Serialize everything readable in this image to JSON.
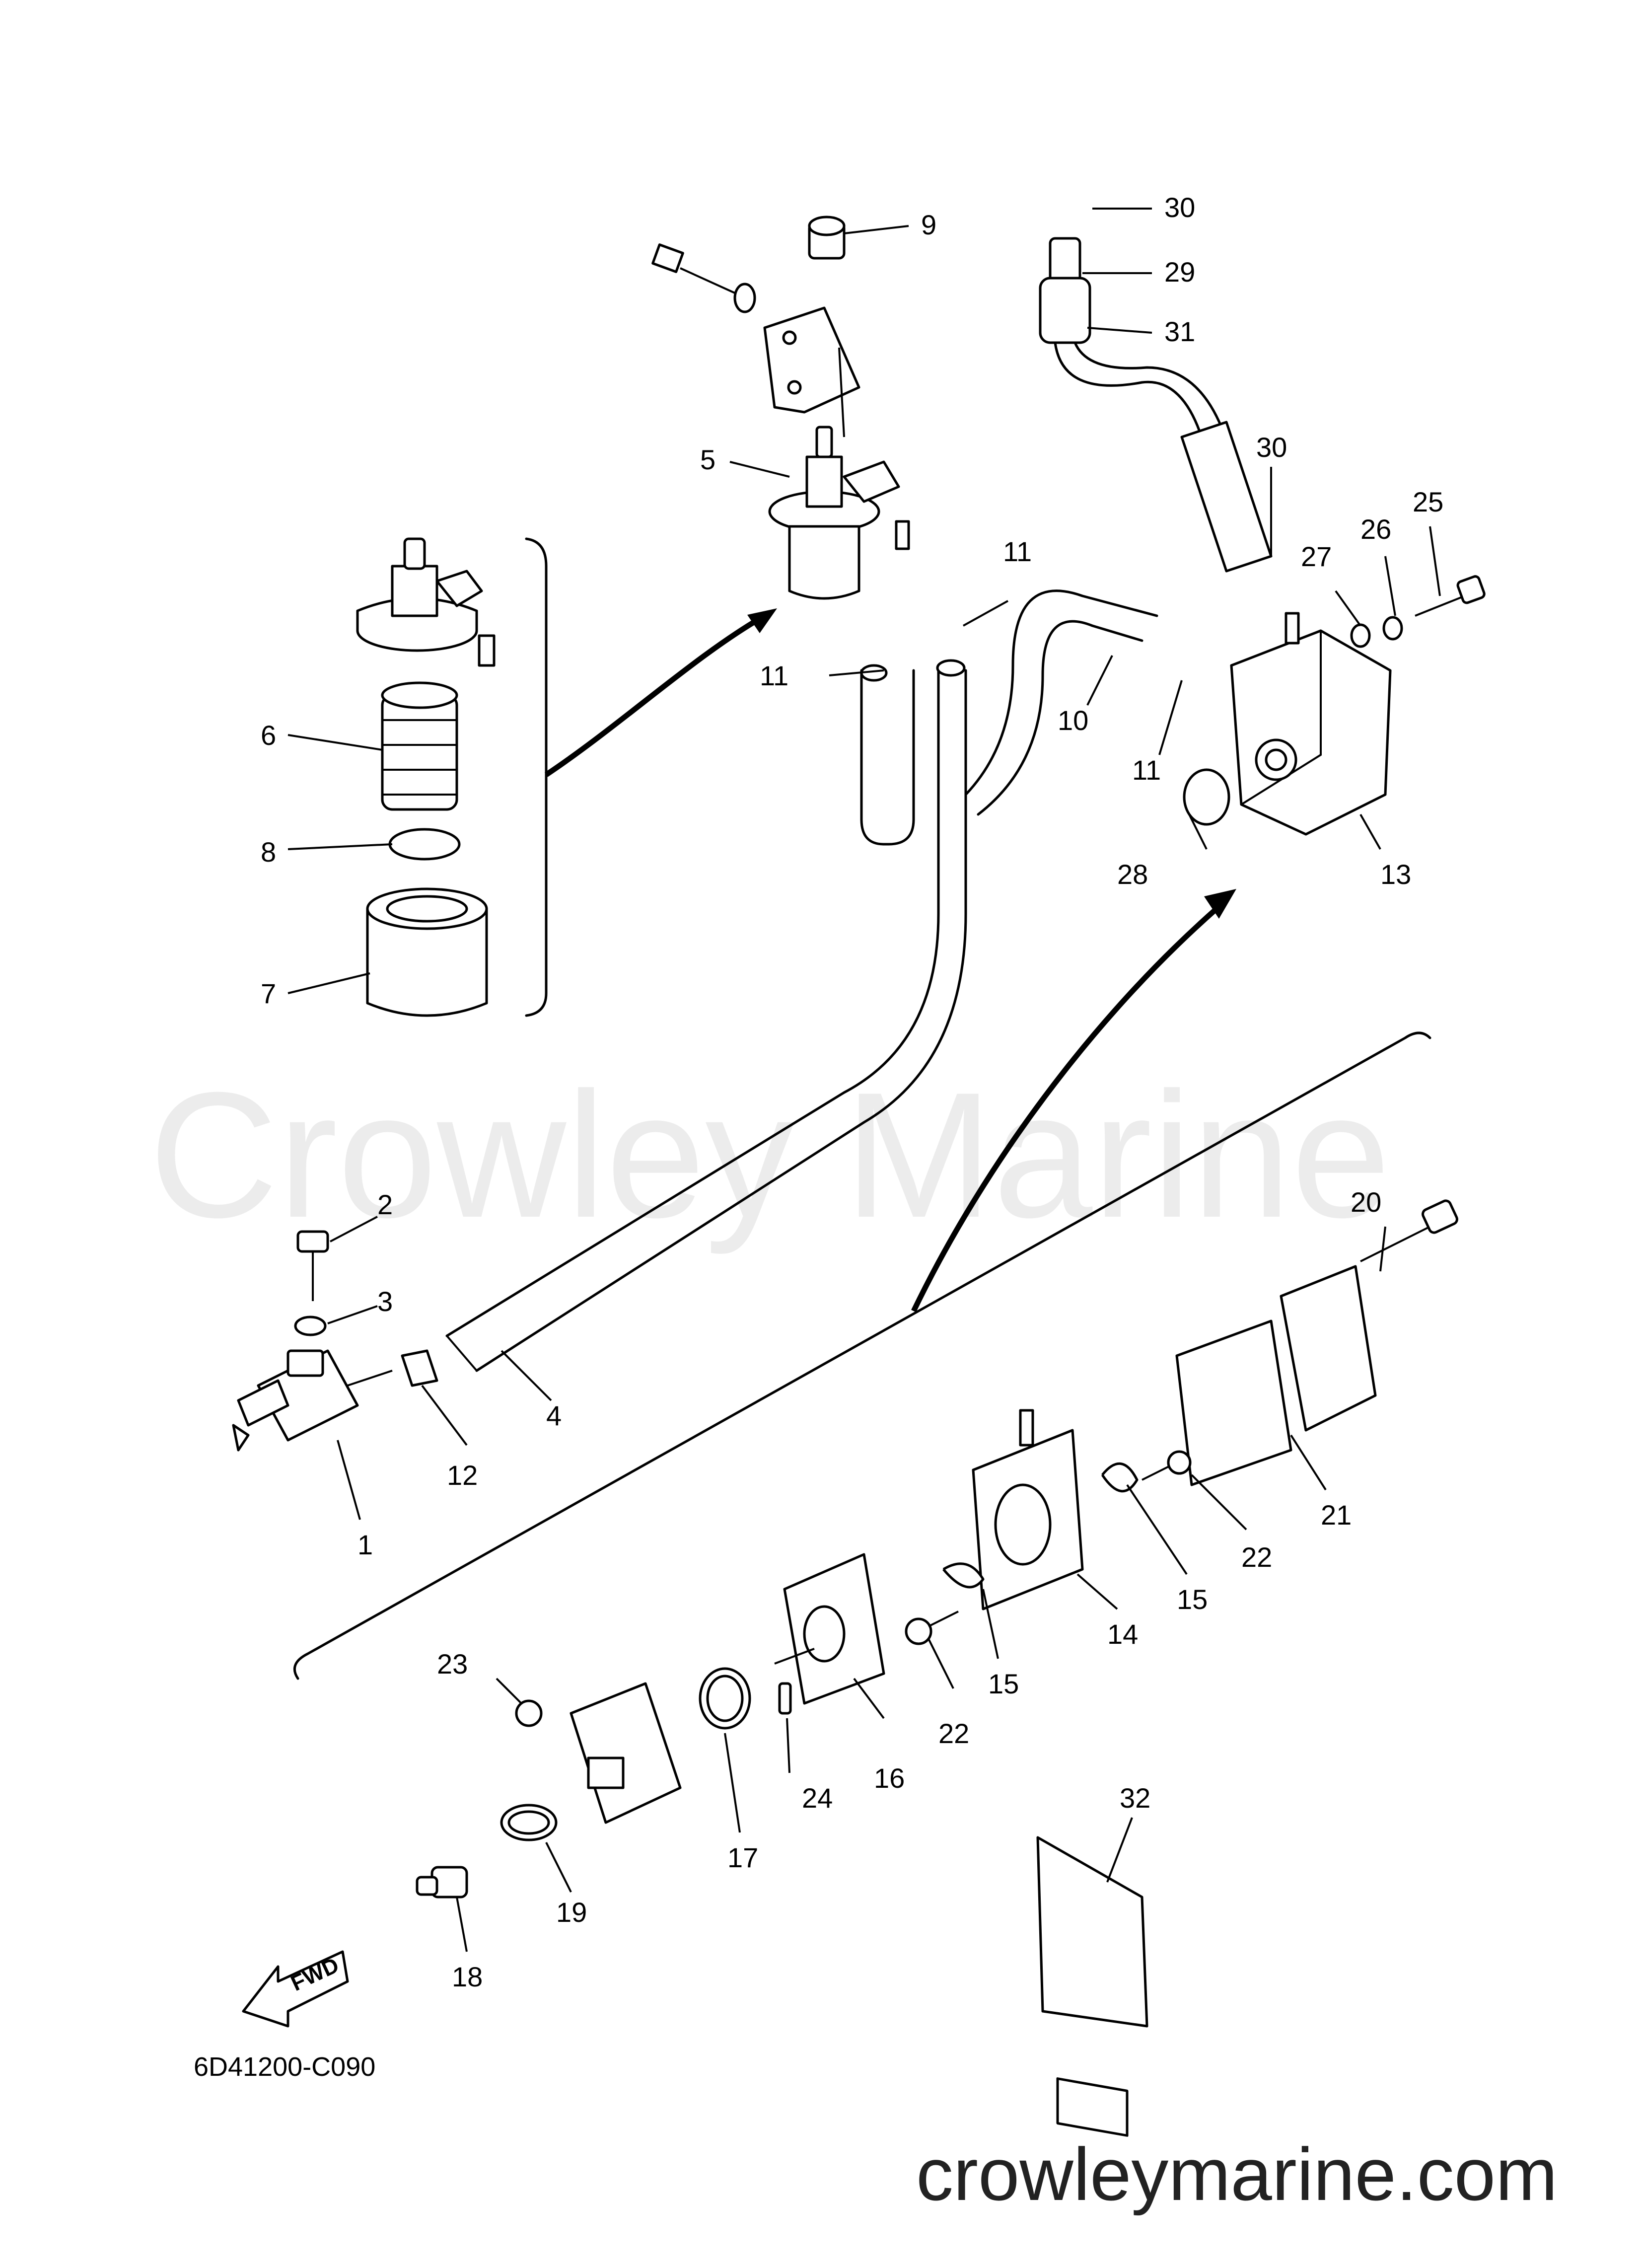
{
  "watermark": "Crowley Marine",
  "footer_url": "crowleymarine.com",
  "drawing_code": "6D41200-C090",
  "fwd_label": "FWD",
  "callouts": {
    "c1": "1",
    "c2": "2",
    "c3": "3",
    "c4": "4",
    "c5": "5",
    "c6": "6",
    "c7": "7",
    "c8": "8",
    "c9": "9",
    "c10": "10",
    "c11a": "11",
    "c11b": "11",
    "c11c": "11",
    "c12": "12",
    "c13": "13",
    "c14": "14",
    "c15a": "15",
    "c15b": "15",
    "c16": "16",
    "c17": "17",
    "c18": "18",
    "c19": "19",
    "c20": "20",
    "c21": "21",
    "c22a": "22",
    "c22b": "22",
    "c23": "23",
    "c24": "24",
    "c25": "25",
    "c26": "26",
    "c27": "27",
    "c28": "28",
    "c29": "29",
    "c30a": "30",
    "c30b": "30",
    "c31": "31",
    "c32": "32"
  }
}
